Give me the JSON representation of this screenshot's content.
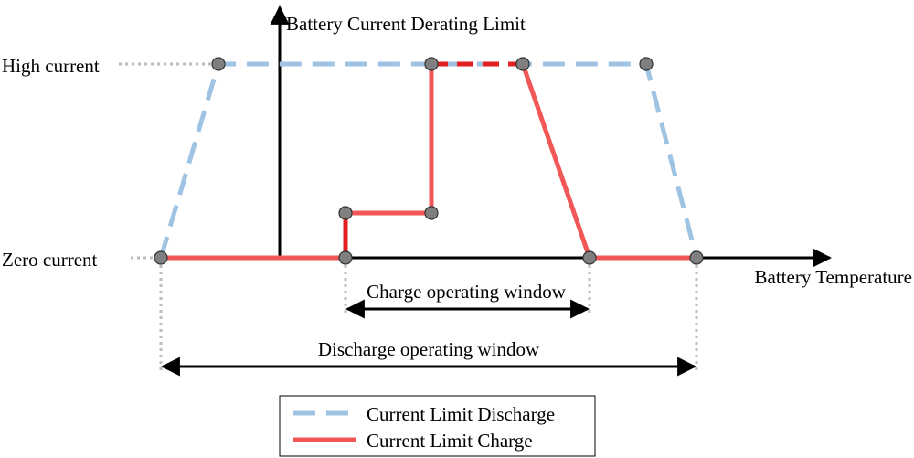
{
  "labels": {
    "y_axis_title": "Battery Current Derating Limit",
    "x_axis_title": "Battery Temperature",
    "high_current": "High current",
    "zero_current": "Zero current",
    "charge_window": "Charge operating window",
    "discharge_window": "Discharge operating window"
  },
  "legend": {
    "discharge_label": "Current Limit Discharge",
    "charge_label": "Current Limit Charge"
  },
  "colors": {
    "discharge": "#9fc3e3",
    "charge": "#f25757",
    "charge_dark": "#e32020",
    "node": "#7f7f7f",
    "guide": "#bdbdbd",
    "axis": "#000000"
  }
}
